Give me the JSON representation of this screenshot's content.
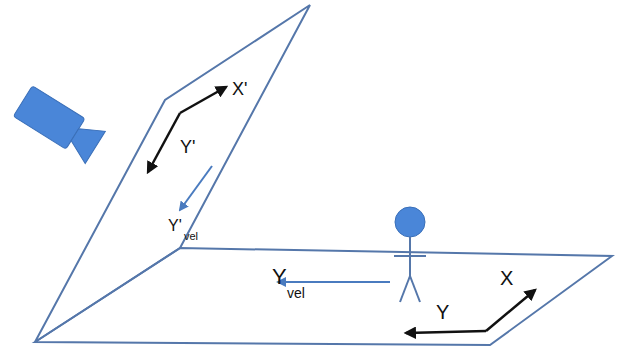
{
  "diagram": {
    "labels": [
      "X'",
      "Y'",
      "Y'",
      "vel",
      "Y",
      "vel",
      "Y",
      "X"
    ]
  }
}
